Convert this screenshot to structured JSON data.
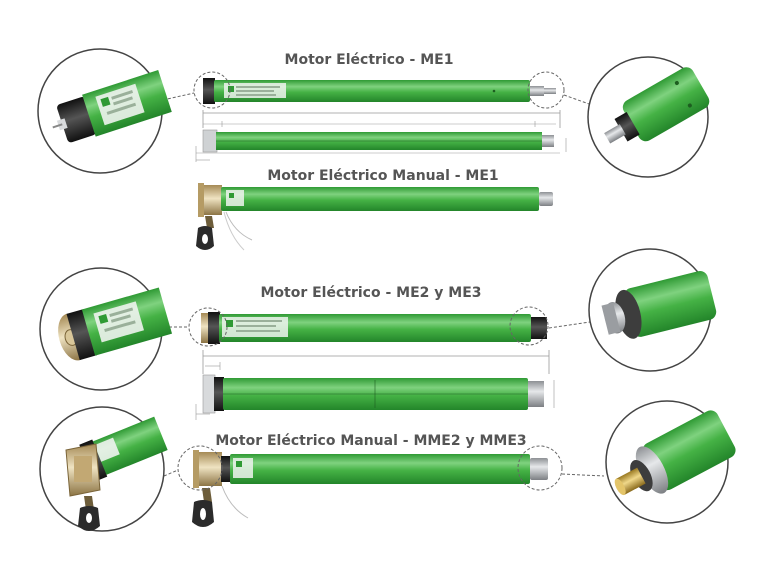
{
  "titles": {
    "me1": "Motor Eléctrico - ME1",
    "me1_manual": "Motor Eléctrico Manual - ME1",
    "me2_me3": "Motor Eléctrico - ME2 y ME3",
    "mme2_mme3": "Motor Eléctrico Manual - MME2 y MME3"
  },
  "colors": {
    "tube_green": "#3faa3f",
    "tube_highlight": "#7fd27f",
    "tube_shadow": "#23852a",
    "cap_black": "#2a2a2a",
    "shaft_silver": "#b9bcbf",
    "brass": "#c9a544",
    "dashed": "#666666",
    "dimension": "#999999"
  }
}
